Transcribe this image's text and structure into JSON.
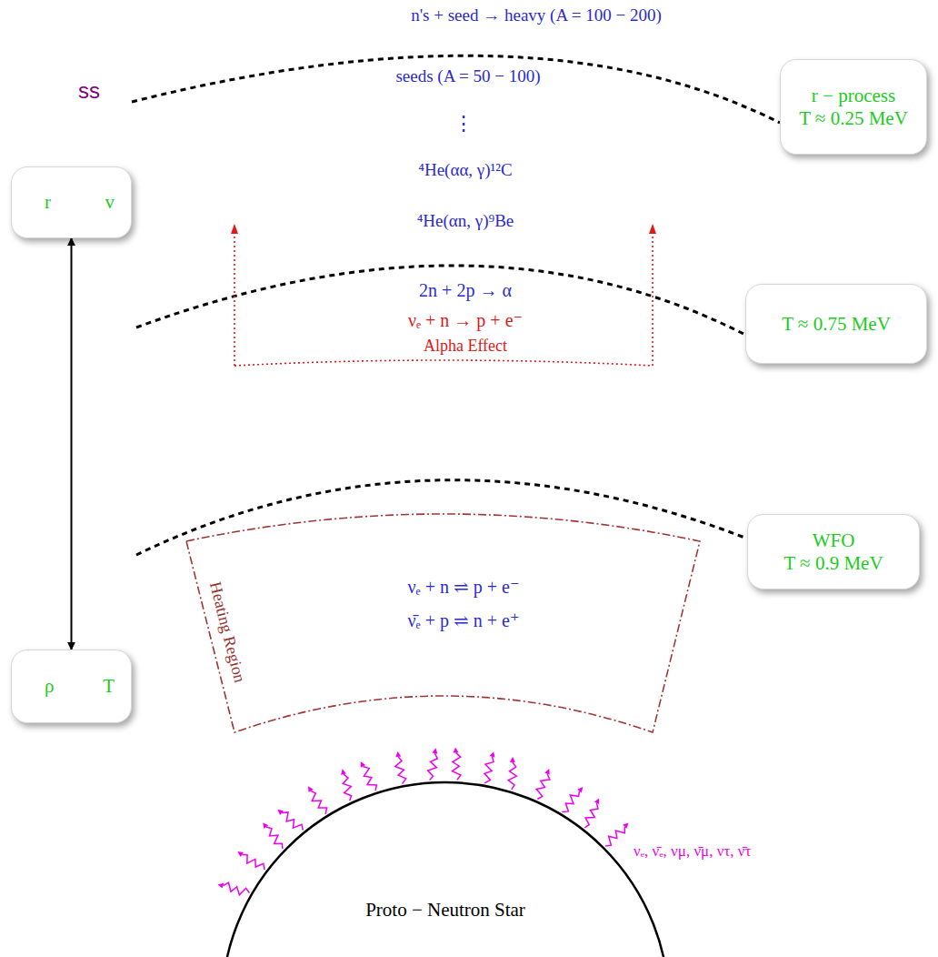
{
  "diagram": {
    "nodes": [
      {
        "text": [
          "r − process",
          "T ≈ 0.25 MeV"
        ]
      },
      {
        "text": [
          "r",
          "v"
        ]
      },
      {
        "text": [
          "T ≈ 0.75 MeV"
        ]
      },
      {
        "text": [
          "WFO",
          "T ≈ 0.9 MeV"
        ]
      },
      {
        "text": [
          "Heating Region",
          "νₑ + n ⇌ p + e⁻",
          "ν̄ₑ + p ⇌ n + e⁺"
        ]
      },
      {
        "text": [
          "ρ",
          "T"
        ]
      },
      {
        "text": [
          "Proto − Neutron Star"
        ]
      }
    ],
    "edges": [
      {
        "from": 1,
        "to": 5,
        "arrow": "both"
      }
    ],
    "labels": [
      "n's + seed → heavy (A = 100 − 200)",
      "seeds (A = 50 − 100)",
      "⋮",
      "⁴He(αα, γ)¹²C",
      "⁴He(αn, γ)⁹Be",
      "2n + 2p → α",
      "νₑ + n → p + e⁻",
      "Alpha Effect",
      "νₑ, ν̄ₑ, νμ, ν̄μ, ντ, ν̄τ",
      "ss"
    ]
  }
}
